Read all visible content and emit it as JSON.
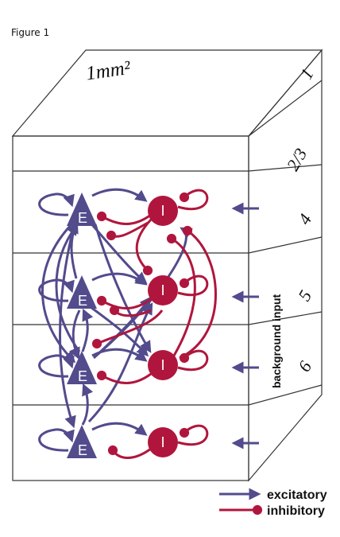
{
  "caption": "Figure 1",
  "area_label": "1mm²",
  "layers": [
    "1",
    "2/3",
    "4",
    "5",
    "6"
  ],
  "population_labels": {
    "excitatory": "E",
    "inhibitory": "I"
  },
  "side_label": "background input",
  "legend": {
    "excitatory": "excitatory",
    "inhibitory": "inhibitory"
  },
  "colors": {
    "excitatory": "#524b8c",
    "inhibitory": "#b0163d",
    "outline": "#333333"
  }
}
